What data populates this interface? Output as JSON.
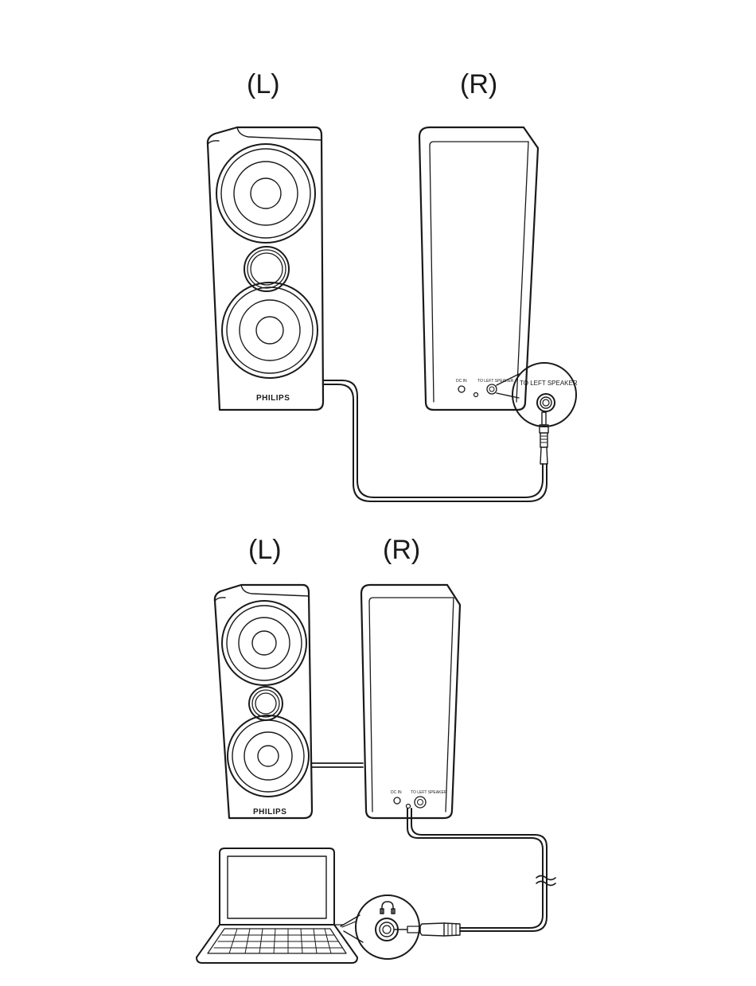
{
  "diagram": {
    "top": {
      "left_label": "(L)",
      "right_label": "(R)",
      "brand": "PHILIPS",
      "port_dc_in": "DC IN",
      "port_to_left": "TO LEFT SPEAKER",
      "callout_text": "TO LEFT SPEAKER"
    },
    "bottom": {
      "left_label": "(L)",
      "right_label": "(R)",
      "brand": "PHILIPS",
      "port_dc_in": "DC IN",
      "port_to_left": "TO LEFT SPEAKER"
    }
  },
  "colors": {
    "stroke": "#1a1a1a",
    "background": "#ffffff"
  },
  "icons": {
    "headphone": "headphone-icon"
  }
}
